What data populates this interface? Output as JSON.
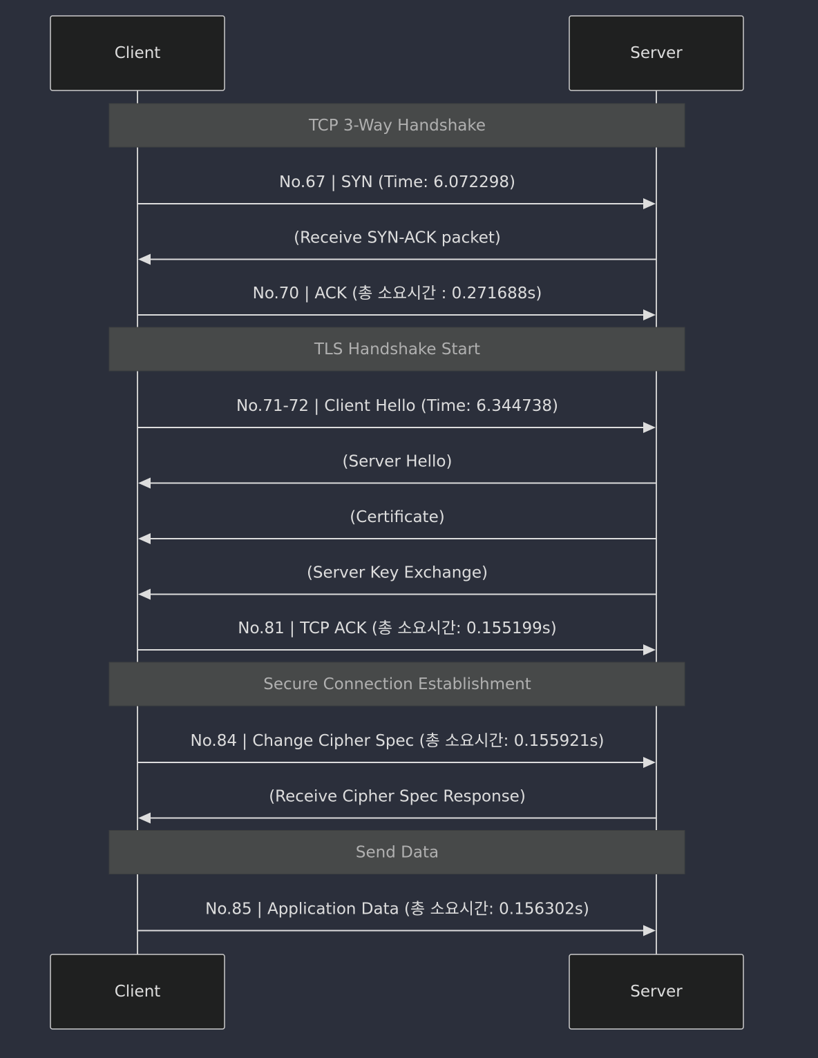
{
  "participants": [
    {
      "id": "client",
      "label": "Client"
    },
    {
      "id": "server",
      "label": "Server"
    }
  ],
  "sequence": [
    {
      "kind": "note",
      "text": "TCP 3-Way Handshake"
    },
    {
      "kind": "message",
      "from": "client",
      "to": "server",
      "text": "No.67 | SYN (Time: 6.072298)"
    },
    {
      "kind": "message",
      "from": "server",
      "to": "client",
      "text": "(Receive SYN-ACK packet)"
    },
    {
      "kind": "message",
      "from": "client",
      "to": "server",
      "text": "No.70 | ACK (총 소요시간 : 0.271688s)"
    },
    {
      "kind": "note",
      "text": "TLS Handshake Start"
    },
    {
      "kind": "message",
      "from": "client",
      "to": "server",
      "text": "No.71-72 | Client Hello (Time: 6.344738)"
    },
    {
      "kind": "message",
      "from": "server",
      "to": "client",
      "text": "(Server Hello)"
    },
    {
      "kind": "message",
      "from": "server",
      "to": "client",
      "text": "(Certificate)"
    },
    {
      "kind": "message",
      "from": "server",
      "to": "client",
      "text": "(Server Key Exchange)"
    },
    {
      "kind": "message",
      "from": "client",
      "to": "server",
      "text": "No.81 | TCP ACK (총 소요시간: 0.155199s)"
    },
    {
      "kind": "note",
      "text": "Secure Connection Establishment"
    },
    {
      "kind": "message",
      "from": "client",
      "to": "server",
      "text": "No.84 | Change Cipher Spec (총 소요시간: 0.155921s)"
    },
    {
      "kind": "message",
      "from": "server",
      "to": "client",
      "text": "(Receive Cipher Spec Response)"
    },
    {
      "kind": "note",
      "text": "Send Data"
    },
    {
      "kind": "message",
      "from": "client",
      "to": "server",
      "text": "No.85 | Application Data (총 소요시간: 0.156302s)"
    }
  ]
}
